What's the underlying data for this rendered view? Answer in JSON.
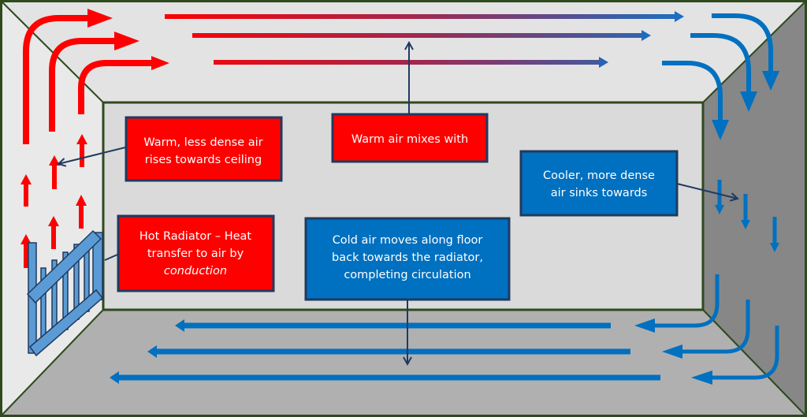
{
  "colors": {
    "warm": "#ff0000",
    "cool": "#0070c0",
    "box_border": "#1f3a5f",
    "room_edge": "#2f4a1f",
    "ceiling": "#e3e3e3",
    "back_wall": "#dadada",
    "left_wall": "#e9e9e9",
    "right_wall": "#878787",
    "floor": "#b0b0b0",
    "radiator": "#5b9bd5"
  },
  "labels": {
    "warm_rises": [
      "Warm, less dense air",
      "rises towards ceiling"
    ],
    "warm_mixes": [
      "Warm air mixes with"
    ],
    "radiator": [
      "Hot Radiator – Heat",
      "transfer to air by",
      "conduction"
    ],
    "cold_floor": [
      "Cold air moves along floor",
      "back towards the radiator,",
      "completing circulation"
    ],
    "cooler_sinks": [
      "Cooler, more dense",
      "air sinks towards"
    ]
  }
}
